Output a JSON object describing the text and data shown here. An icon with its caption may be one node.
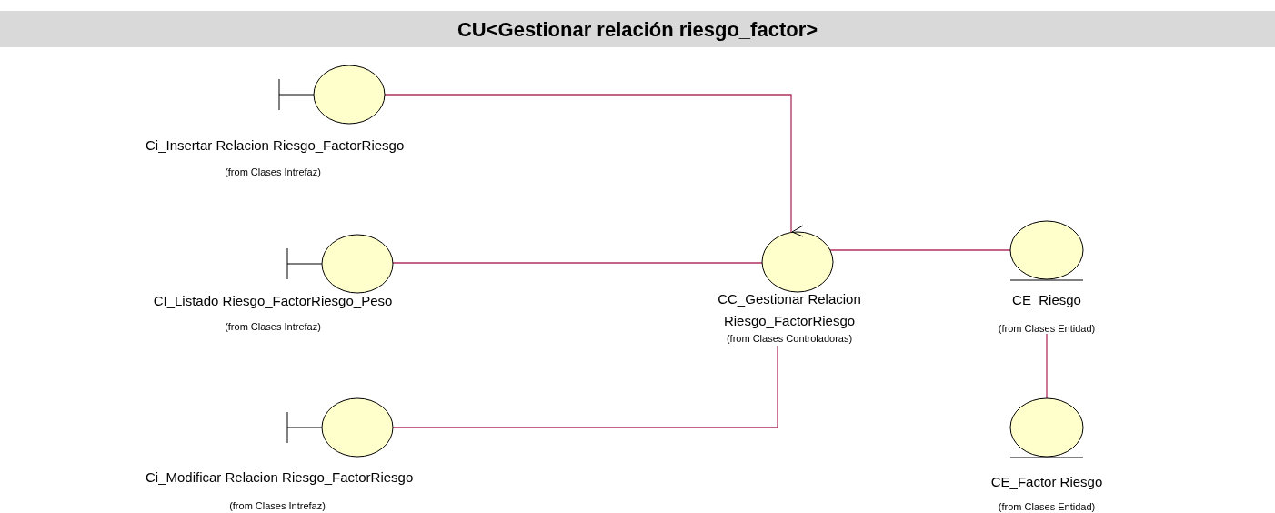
{
  "diagram": {
    "title": "CU<Gestionar relación riesgo_factor>",
    "nodes": [
      {
        "text": [
          "Ci_Insertar Relacion Riesgo_FactorRiesgo",
          "(from Clases Intrefaz)"
        ]
      },
      {
        "text": [
          "CI_Listado Riesgo_FactorRiesgo_Peso",
          "(from Clases Intrefaz)"
        ]
      },
      {
        "text": [
          "Ci_Modificar Relacion Riesgo_FactorRiesgo",
          "(from Clases Intrefaz)"
        ]
      },
      {
        "text": [
          "CC_Gestionar Relacion Riesgo_FactorRiesgo",
          "(from Clases Controladoras)"
        ]
      },
      {
        "text": [
          "CE_Riesgo",
          "(from Clases Entidad)"
        ]
      },
      {
        "text": [
          "CE_Factor Riesgo",
          "(from Clases Entidad)"
        ]
      }
    ],
    "edges": [
      {
        "from": 0,
        "to": 3,
        "arrow": "none"
      },
      {
        "from": 1,
        "to": 3,
        "arrow": "none"
      },
      {
        "from": 2,
        "to": 3,
        "arrow": "none"
      },
      {
        "from": 3,
        "to": 4,
        "arrow": "none"
      },
      {
        "from": 4,
        "to": 5,
        "arrow": "none"
      }
    ]
  }
}
